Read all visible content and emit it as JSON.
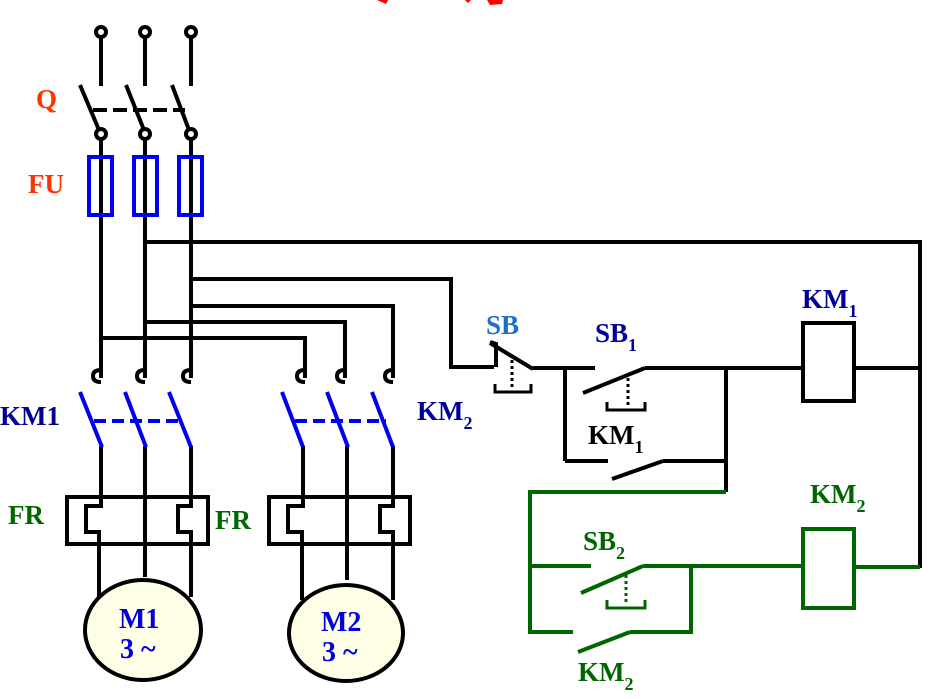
{
  "colors": {
    "wire": "#000000",
    "label_red": "#ff3300",
    "title_red": "#ff0000",
    "fuse_blue": "#0000ee",
    "contact_blue": "#0000ee",
    "label_navy": "#000099",
    "label_lightblue": "#1a6fcc",
    "green": "#006600",
    "motor_fill": "#ffffe8",
    "motor_text": "#0000dd"
  },
  "labels": {
    "Q": "Q",
    "FU": "FU",
    "KM1_main": "KM1",
    "KM2_main": "KM",
    "KM2_main_sub": "2",
    "FR1": "FR",
    "FR2": "FR",
    "M1_name": "M1",
    "M1_phase": "3 ~",
    "M2_name": "M2",
    "M2_phase": "3 ~",
    "SB": "SB",
    "SB1": "SB",
    "SB1_sub": "1",
    "KM1_aux": "KM",
    "KM1_aux_sub": "1",
    "KM1_coil": "KM",
    "KM1_coil_sub": "1",
    "SB2": "SB",
    "SB2_sub": "2",
    "KM2_coil": "KM",
    "KM2_coil_sub": "2",
    "KM2_aux": "KM",
    "KM2_aux_sub": "2"
  }
}
